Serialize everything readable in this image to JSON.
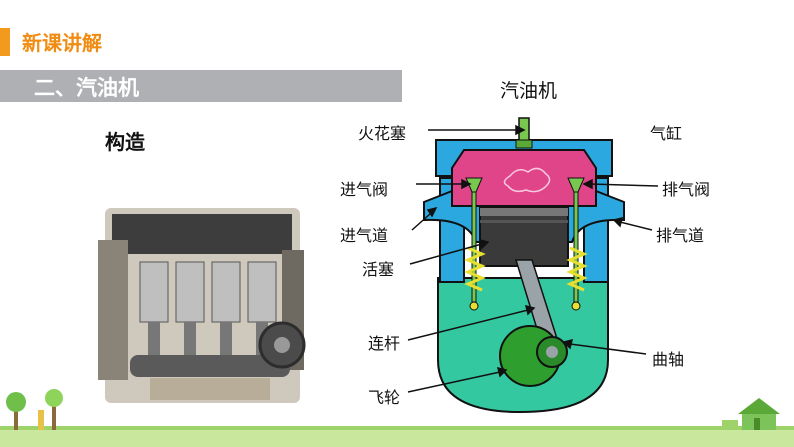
{
  "header": {
    "title": "新课讲解"
  },
  "section": {
    "title": "二、汽油机"
  },
  "photo_section": {
    "title": "构造"
  },
  "diagram": {
    "title": "汽油机",
    "labels": {
      "spark_plug": "火花塞",
      "cylinder": "气缸",
      "intake_valve": "进气阀",
      "exhaust_valve": "排气阀",
      "intake_port": "进气道",
      "exhaust_port": "排气道",
      "piston": "活塞",
      "connecting_rod": "连杆",
      "crankshaft": "曲轴",
      "flywheel": "飞轮"
    }
  },
  "colors": {
    "accent_orange": "#f39a1e",
    "band_gray": "#aeb0b3",
    "engine_blue": "#2aa8df",
    "engine_teal": "#34c8a0",
    "chamber_pink": "#e0458a",
    "spring_yellow": "#e8e030",
    "ground_green": "#9ed36a"
  },
  "icons": [
    "engine-photo",
    "spring-icon",
    "tree-icon",
    "house-icon"
  ]
}
